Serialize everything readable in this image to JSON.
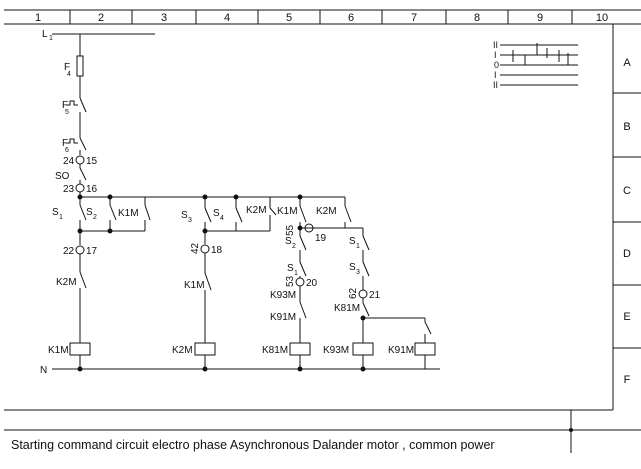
{
  "frame": {
    "columns": [
      "1",
      "2",
      "3",
      "4",
      "5",
      "6",
      "7",
      "8",
      "9",
      "10"
    ],
    "rows": [
      "A",
      "B",
      "C",
      "D",
      "E",
      "F"
    ]
  },
  "rails": {
    "top": "L",
    "top_sub": "1",
    "bottom": "N"
  },
  "labels": {
    "fuse": "F",
    "fuse_sub": "4",
    "relay1": "F",
    "relay1_sub": "5",
    "relay2": "F",
    "relay2_sub": "6",
    "stop": "SO",
    "s1": "S",
    "s1_sub": "1",
    "s2": "S",
    "s2_sub": "2",
    "s3": "S",
    "s3_sub": "3",
    "s4": "S",
    "s4_sub": "4",
    "sb2": "S",
    "sb2_sub": "2",
    "sb3": "S",
    "sb3_sub": "3",
    "sb1": "S",
    "sb1_sub": "1",
    "k1m_a": "K1M",
    "k2m_a": "K2M",
    "k1m_b": "K1M",
    "k2m_b": "K2M",
    "k1m_c": "K1M",
    "k2m_c": "K2M",
    "k93m_a": "K93M",
    "k91m_a": "K91M",
    "k81m_a": "K81M"
  },
  "terminals": {
    "t15": "15",
    "t16": "16",
    "t17": "17",
    "t18": "18",
    "t19": "19",
    "t20": "20",
    "t21": "21",
    "w24": "24",
    "w23": "23",
    "w22": "22",
    "w42": "42",
    "w55": "55",
    "w53": "53",
    "w62": "62"
  },
  "coils": [
    "K1M",
    "K2M",
    "K81M",
    "K93M",
    "K91M"
  ],
  "selector": {
    "positions": [
      "II",
      "I",
      "0",
      "I",
      "II"
    ]
  },
  "caption": "Starting command circuit electro phase Asynchronous Dalander motor , common power"
}
